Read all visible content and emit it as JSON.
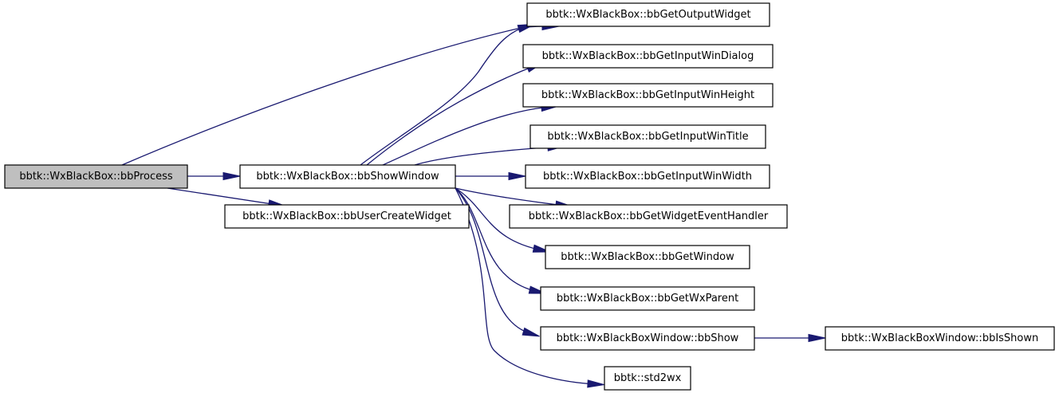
{
  "nodes": {
    "bbProcess": {
      "label": "bbtk::WxBlackBox::bbProcess",
      "highlighted": true
    },
    "bbShowWindow": {
      "label": "bbtk::WxBlackBox::bbShowWindow"
    },
    "bbUserCreateWidget": {
      "label": "bbtk::WxBlackBox::bbUserCreateWidget"
    },
    "bbGetOutputWidget": {
      "label": "bbtk::WxBlackBox::bbGetOutputWidget"
    },
    "bbGetInputWinDialog": {
      "label": "bbtk::WxBlackBox::bbGetInputWinDialog"
    },
    "bbGetInputWinHeight": {
      "label": "bbtk::WxBlackBox::bbGetInputWinHeight"
    },
    "bbGetInputWinTitle": {
      "label": "bbtk::WxBlackBox::bbGetInputWinTitle"
    },
    "bbGetInputWinWidth": {
      "label": "bbtk::WxBlackBox::bbGetInputWinWidth"
    },
    "bbGetWidgetEventHandler": {
      "label": "bbtk::WxBlackBox::bbGetWidgetEventHandler"
    },
    "bbGetWindow": {
      "label": "bbtk::WxBlackBox::bbGetWindow"
    },
    "bbGetWxParent": {
      "label": "bbtk::WxBlackBox::bbGetWxParent"
    },
    "bbShow": {
      "label": "bbtk::WxBlackBoxWindow::bbShow"
    },
    "bbIsShown": {
      "label": "bbtk::WxBlackBoxWindow::bbIsShown"
    },
    "std2wx": {
      "label": "bbtk::std2wx"
    }
  },
  "edges": [
    {
      "from": "bbProcess",
      "to": "bbGetOutputWidget"
    },
    {
      "from": "bbProcess",
      "to": "bbShowWindow"
    },
    {
      "from": "bbProcess",
      "to": "bbUserCreateWidget"
    },
    {
      "from": "bbShowWindow",
      "to": "bbGetOutputWidget"
    },
    {
      "from": "bbShowWindow",
      "to": "bbGetInputWinDialog"
    },
    {
      "from": "bbShowWindow",
      "to": "bbGetInputWinHeight"
    },
    {
      "from": "bbShowWindow",
      "to": "bbGetInputWinTitle"
    },
    {
      "from": "bbShowWindow",
      "to": "bbGetInputWinWidth"
    },
    {
      "from": "bbShowWindow",
      "to": "bbGetWidgetEventHandler"
    },
    {
      "from": "bbShowWindow",
      "to": "bbGetWindow"
    },
    {
      "from": "bbShowWindow",
      "to": "bbGetWxParent"
    },
    {
      "from": "bbShowWindow",
      "to": "bbShow"
    },
    {
      "from": "bbShowWindow",
      "to": "std2wx"
    },
    {
      "from": "bbShow",
      "to": "bbIsShown"
    }
  ],
  "colors": {
    "edge": "#191970",
    "root_fill": "#bfbfbf",
    "node_fill": "#ffffff",
    "node_stroke": "#000000"
  }
}
